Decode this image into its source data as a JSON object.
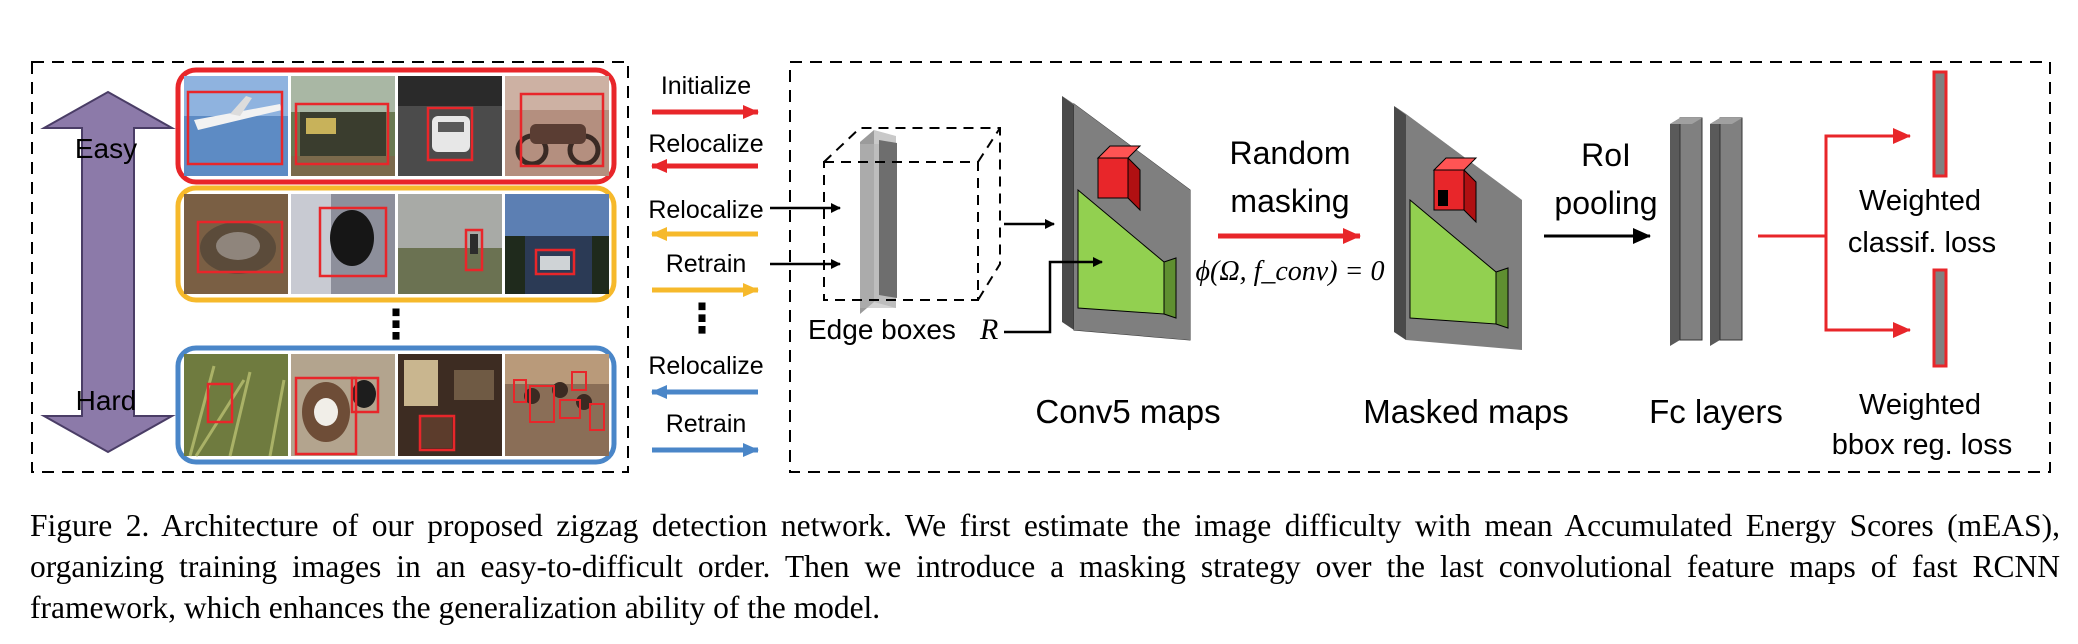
{
  "curriculum": {
    "easy_label": "Easy",
    "hard_label": "Hard",
    "dots": "⋮"
  },
  "arrows": {
    "initialize": "Initialize",
    "relocalize_1": "Relocalize",
    "relocalize_2": "Relocalize",
    "retrain_1": "Retrain",
    "relocalize_3": "Relocalize",
    "retrain_2": "Retrain",
    "dots": "⋮"
  },
  "network": {
    "edge_boxes_label": "Edge boxes",
    "edge_boxes_symbol": "R",
    "random_masking_line1": "Random",
    "random_masking_line2": "masking",
    "masking_formula": "ϕ(Ω, f_conv) = 0",
    "roi_pooling_line1": "RoI",
    "roi_pooling_line2": "pooling",
    "conv5_label": "Conv5 maps",
    "masked_label": "Masked maps",
    "fc_label": "Fc layers",
    "classif_loss_line1": "Weighted",
    "classif_loss_line2": "classif. loss",
    "bbox_loss_line1": "Weighted",
    "bbox_loss_line2": "bbox reg. loss"
  },
  "caption": "Figure 2. Architecture of our proposed zigzag detection network. We first estimate the image difficulty with mean Accumulated Energy Scores (mEAS), organizing training images in an easy-to-difficult order. Then we introduce a masking strategy over the last convolutional feature maps of fast RCNN framework, which enhances the generalization ability of the model.",
  "colors": {
    "red": "#e8262a",
    "orange": "#f6b92b",
    "blue": "#4a86c8",
    "purple": "#8c7aa9",
    "green": "#92d050",
    "gray": "#7f7f7f"
  }
}
